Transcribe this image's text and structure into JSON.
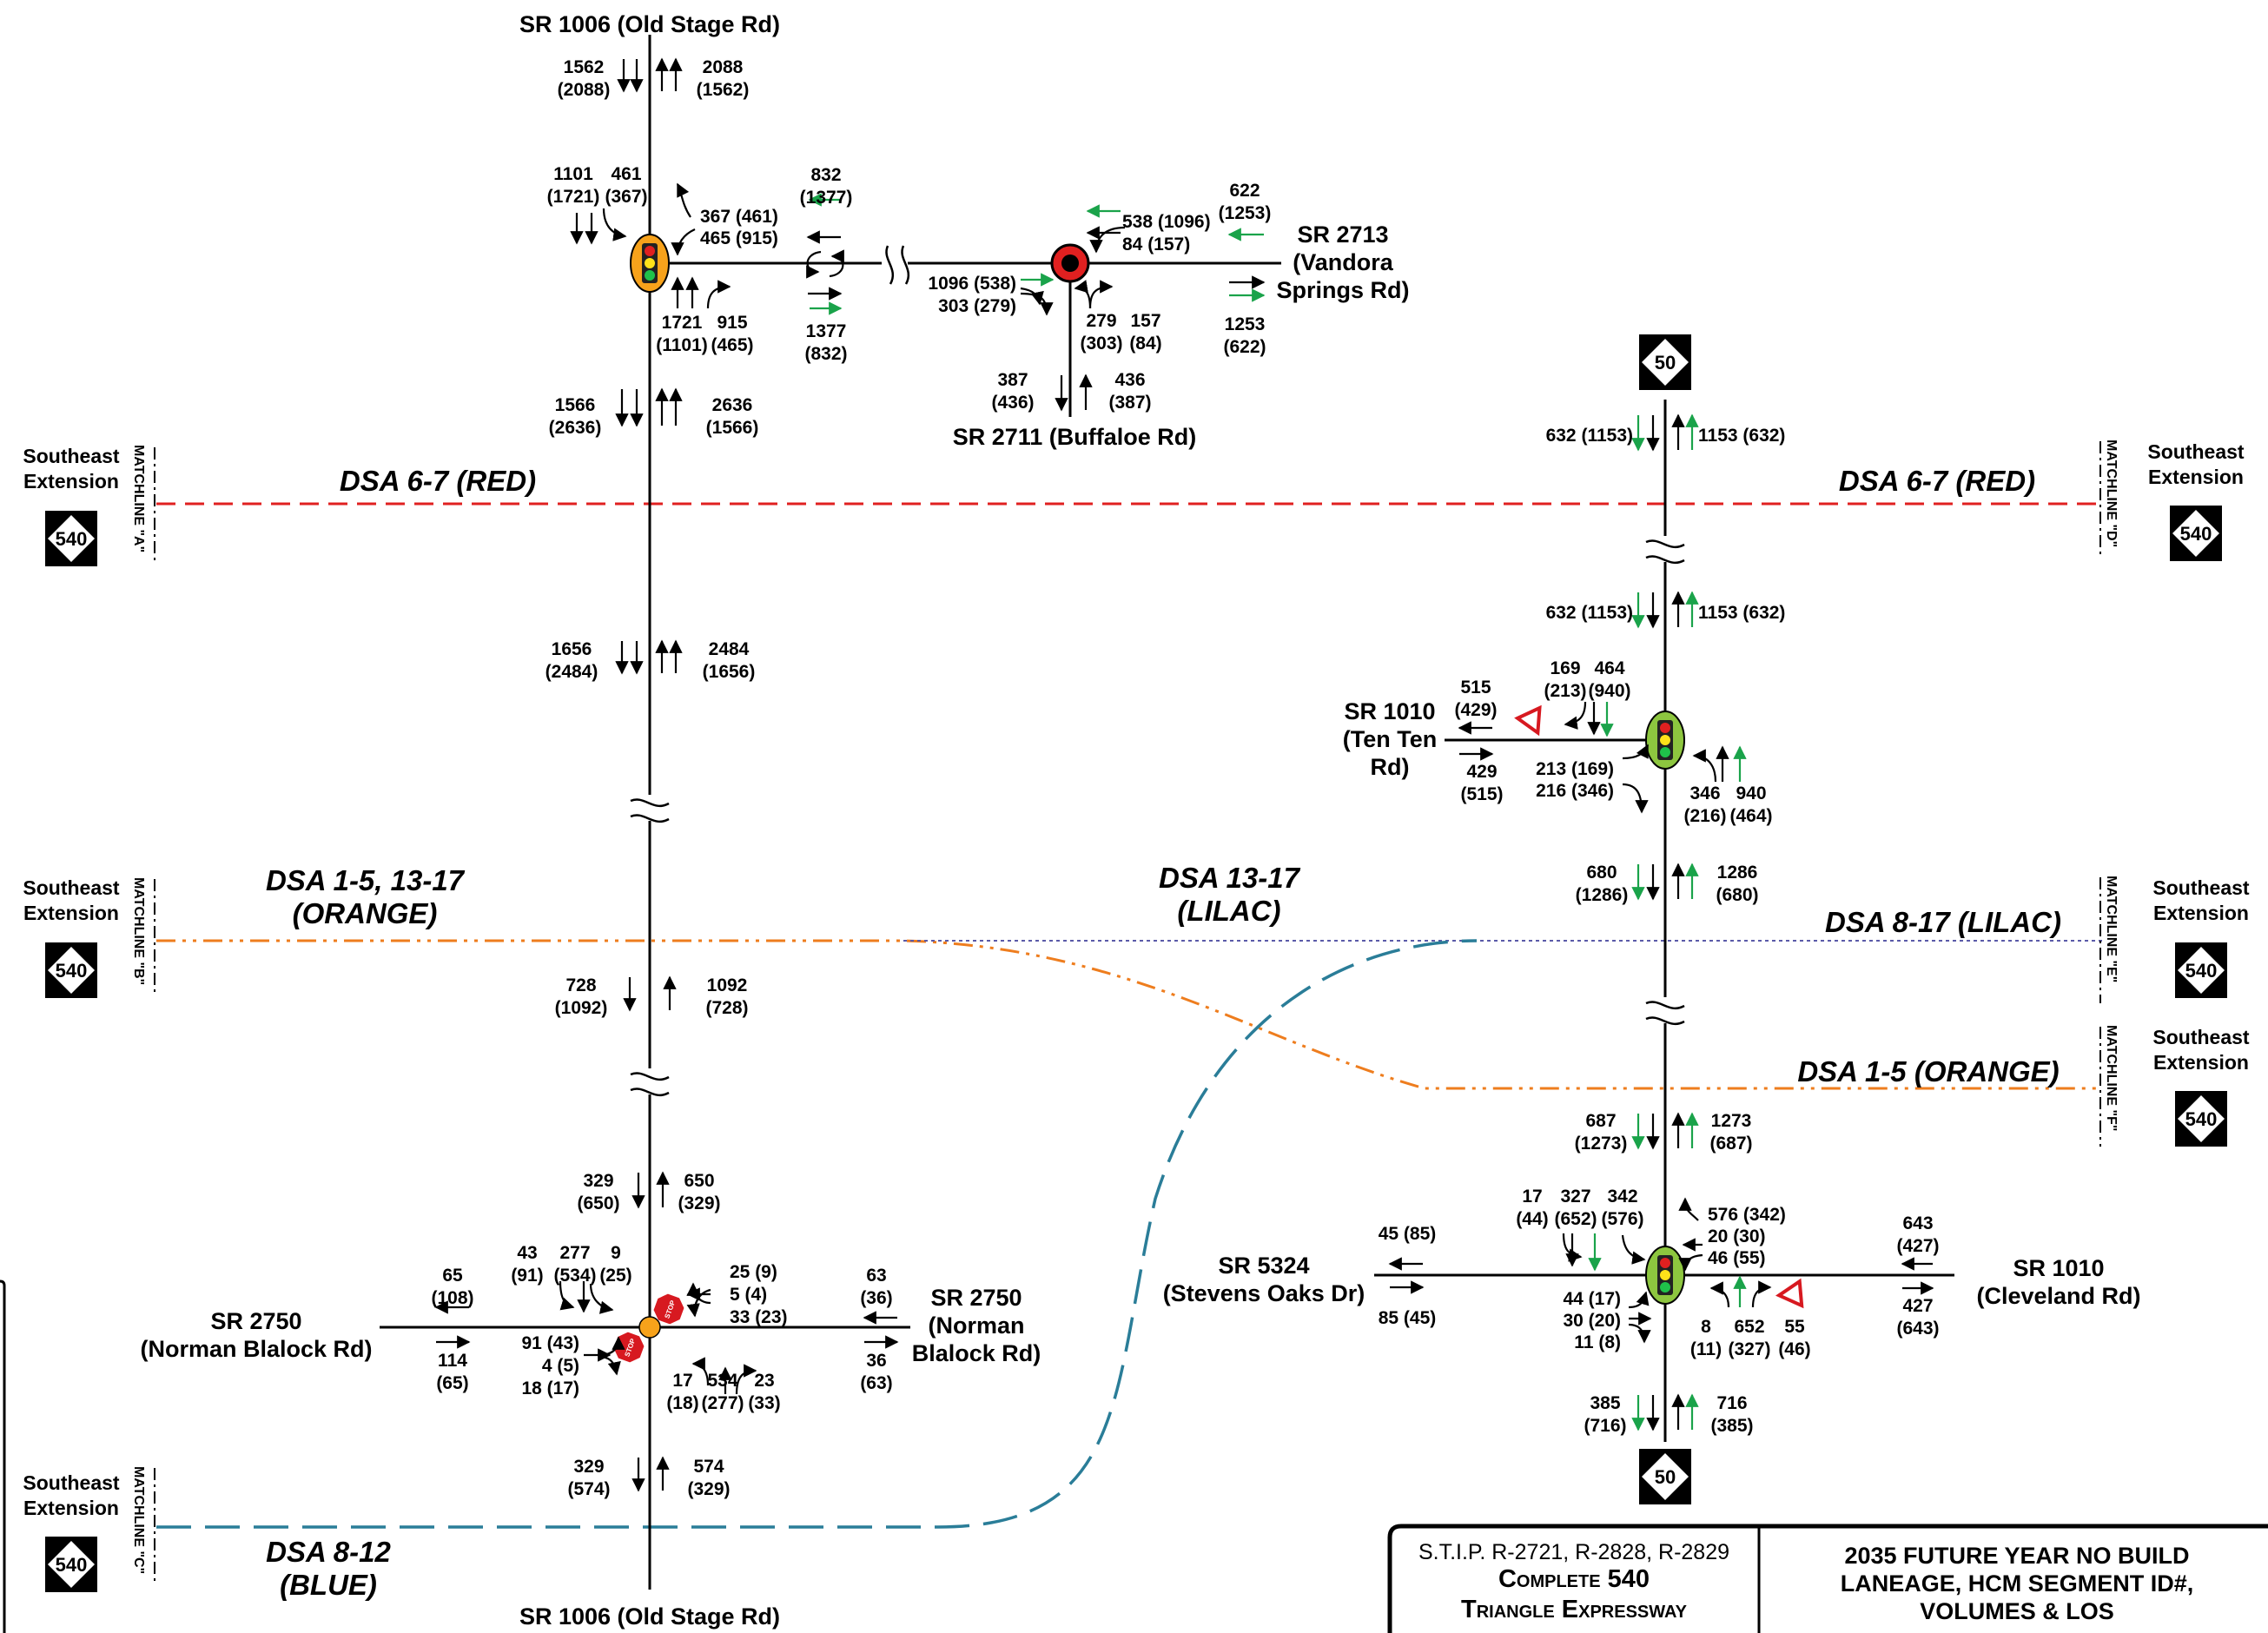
{
  "roads": {
    "old_stage_top": "SR 1006 (Old Stage Rd)",
    "old_stage_bottom": "SR 1006 (Old Stage Rd)",
    "vandora": [
      "SR 2713",
      "(Vandora",
      "Springs Rd)"
    ],
    "buffaloe": "SR 2711 (Buffaloe Rd)",
    "ten_ten": [
      "SR 1010",
      "(Ten Ten",
      "Rd)"
    ],
    "norman_west": [
      "SR 2750",
      "(Norman Blalock Rd)"
    ],
    "norman_east": [
      "SR 2750",
      "(Norman",
      "Blalock Rd)"
    ],
    "stevens_oaks": [
      "SR 5324",
      "(Stevens Oaks Dr)"
    ],
    "cleveland": [
      "SR 1010",
      "(Cleveland Rd)"
    ]
  },
  "shields": {
    "i540": "540",
    "us50": "50"
  },
  "matchlines": {
    "A": {
      "label": "MATCHLINE \"A\"",
      "se": [
        "Southeast",
        "Extension"
      ]
    },
    "B": {
      "label": "MATCHLINE \"B\"",
      "se": [
        "Southeast",
        "Extension"
      ]
    },
    "C": {
      "label": "MATCHLINE \"C\"",
      "se": [
        "Southeast",
        "Extension"
      ]
    },
    "D": {
      "label": "MATCHLINE \"D\"",
      "se": [
        "Southeast",
        "Extension"
      ]
    },
    "E": {
      "label": "MATCHLINE \"E\"",
      "se": [
        "Southeast",
        "Extension"
      ]
    },
    "F": {
      "label": "MATCHLINE \"F\"",
      "se": [
        "Southeast",
        "Extension"
      ]
    }
  },
  "dsa": {
    "red_left": "DSA 6-7 (RED)",
    "red_right": "DSA 6-7 (RED)",
    "orange_left": [
      "DSA 1-5, 13-17",
      "(ORANGE)"
    ],
    "lilac_center": [
      "DSA 13-17",
      "(LILAC)"
    ],
    "lilac_right": "DSA 8-17 (LILAC)",
    "orange_right": "DSA 1-5 (ORANGE)",
    "blue": [
      "DSA 8-12",
      "(BLUE)"
    ]
  },
  "colors": {
    "red": "#e02020",
    "orange": "#ee7d1e",
    "lilac": "#5a5aa8",
    "blue": "#2a7d98",
    "green_arrow": "#1aa34a",
    "signal_orange": "#f7a21b",
    "signal_green": "#8dc63f",
    "stop_red": "#d71920"
  },
  "volumes": {
    "os_top_sb": [
      "1562",
      "(2088)"
    ],
    "os_top_nb": [
      "2088",
      "(1562)"
    ],
    "i1_sb": [
      "1101",
      "(1721)"
    ],
    "i1_sb_r": [
      "461",
      "(367)"
    ],
    "i1_wb_l": "367 (461)",
    "i1_wb_r": "465 (915)",
    "i1_nb": [
      "1721",
      "(1101)"
    ],
    "i1_nb_r": [
      "915",
      "(465)"
    ],
    "mid_wb": [
      "832",
      "(1377)"
    ],
    "mid_eb": [
      "1377",
      "(832)"
    ],
    "i2_eb_t": "1096 (538)",
    "i2_eb_r": "303 (279)",
    "i2_wb_t": "538 (1096)",
    "i2_wb_r": "84 (157)",
    "i2_nb_l": [
      "279",
      "(303)"
    ],
    "i2_nb_r": [
      "157",
      "(84)"
    ],
    "vand_wb": [
      "622",
      "(1253)"
    ],
    "vand_eb": [
      "1253",
      "(622)"
    ],
    "buff_sb": [
      "387",
      "(436)"
    ],
    "buff_nb": [
      "436",
      "(387)"
    ],
    "os_s1_sb": [
      "1566",
      "(2636)"
    ],
    "os_s1_nb": [
      "2636",
      "(1566)"
    ],
    "os_s2_sb": [
      "1656",
      "(2484)"
    ],
    "os_s2_nb": [
      "2484",
      "(1656)"
    ],
    "os_s3_sb": [
      "728",
      "(1092)"
    ],
    "os_s3_nb": [
      "1092",
      "(728)"
    ],
    "os_s4_sb": [
      "329",
      "(650)"
    ],
    "os_s4_nb": [
      "650",
      "(329)"
    ],
    "nb_sb": [
      "43",
      "(91)"
    ],
    "nb_st": [
      "277",
      "(534)"
    ],
    "nb_sr": [
      "9",
      "(25)"
    ],
    "nb_wb_l": "25 (9)",
    "nb_wb_t": "5 (4)",
    "nb_wb_r": "33 (23)",
    "nb_eb_l": "91 (43)",
    "nb_eb_t": "4 (5)",
    "nb_eb_r": "18 (17)",
    "nb_nb_l": [
      "17",
      "(18)"
    ],
    "nb_nb_t": [
      "534",
      "(277)"
    ],
    "nb_nb_r": [
      "23",
      "(33)"
    ],
    "nbw_wb": [
      "65",
      "(108)"
    ],
    "nbw_eb": [
      "114",
      "(65)"
    ],
    "nbe_wb": [
      "63",
      "(36)"
    ],
    "nbe_eb": [
      "36",
      "(63)"
    ],
    "os_bot_sb": [
      "329",
      "(574)"
    ],
    "os_bot_nb": [
      "574",
      "(329)"
    ],
    "us50_s1_sb": "632 (1153)",
    "us50_s1_nb": "1153 (632)",
    "us50_s2_sb": "632 (1153)",
    "us50_s2_nb": "1153 (632)",
    "tt_sb_l": [
      "169",
      "(213)"
    ],
    "tt_sb_t": [
      "464",
      "(940)"
    ],
    "tt_wb": [
      "515",
      "(429)"
    ],
    "tt_eb": [
      "429",
      "(515)"
    ],
    "tt_eb_l": "213 (169)",
    "tt_eb_r": "216 (346)",
    "tt_nb_l": [
      "346",
      "(216)"
    ],
    "tt_nb_t": [
      "940",
      "(464)"
    ],
    "us50_s3_sb": [
      "680",
      "(1286)"
    ],
    "us50_s3_nb": [
      "1286",
      "(680)"
    ],
    "us50_s4_sb": [
      "687",
      "(1273)"
    ],
    "us50_s4_nb": [
      "1273",
      "(687)"
    ],
    "cl_sb_l": [
      "17",
      "(44)"
    ],
    "cl_sb_t": [
      "327",
      "(652)"
    ],
    "cl_sb_r": [
      "342",
      "(576)"
    ],
    "cl_wb_l": "576 (342)",
    "cl_wb_t": "20 (30)",
    "cl_wb_r": "46 (55)",
    "cl_eb_l": "44 (17)",
    "cl_eb_t": "30 (20)",
    "cl_eb_r": "11 (8)",
    "cl_nb_l": [
      "8",
      "(11)"
    ],
    "cl_nb_t": [
      "652",
      "(327)"
    ],
    "cl_nb_r": [
      "55",
      "(46)"
    ],
    "so_wb": "45 (85)",
    "so_eb": "85 (45)",
    "clv_wb": [
      "643",
      "(427)"
    ],
    "clv_eb": [
      "427",
      "(643)"
    ],
    "us50_bot_sb": [
      "385",
      "(716)"
    ],
    "us50_bot_nb": [
      "716",
      "(385)"
    ]
  },
  "title_block": {
    "stip": "S.T.I.P. R-2721, R-2828, R-2829",
    "line1": "Complete 540",
    "line2": "Triangle Expressway",
    "right": [
      "2035 FUTURE YEAR NO BUILD",
      "LANEAGE, HCM SEGMENT ID#,",
      "VOLUMES & LOS"
    ]
  }
}
